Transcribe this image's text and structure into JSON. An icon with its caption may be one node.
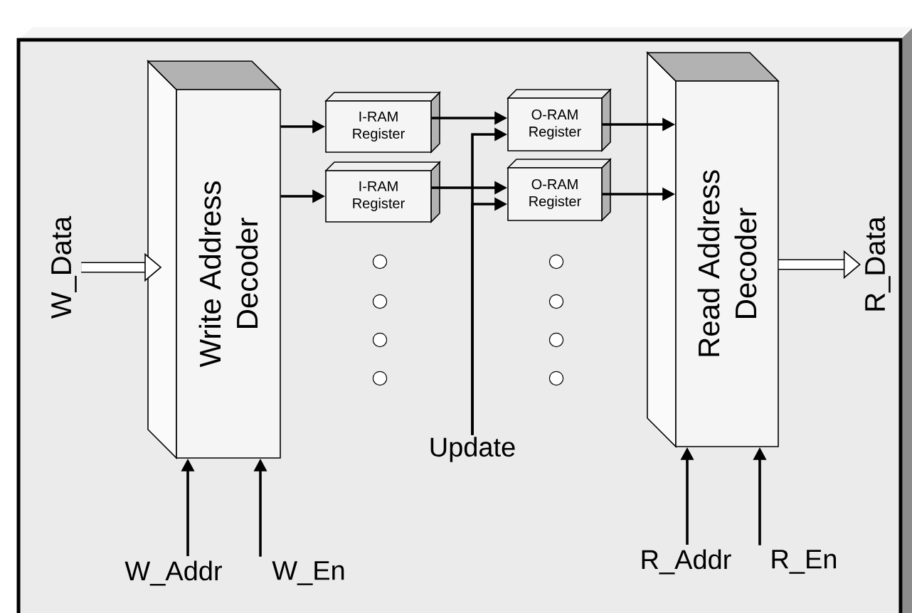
{
  "diagram": {
    "nodes": [
      {
        "text": [
          "W_Data"
        ]
      },
      {
        "text": [
          "Write Address Decoder"
        ]
      },
      {
        "text": [
          "I-RAM Register"
        ]
      },
      {
        "text": [
          "I-RAM Register"
        ]
      },
      {
        "text": [
          "O-RAM Register"
        ]
      },
      {
        "text": [
          "O-RAM Register"
        ]
      },
      {
        "text": [
          "Read Address Decoder"
        ]
      },
      {
        "text": [
          "R_Data"
        ]
      },
      {
        "text": [
          "W_Addr"
        ]
      },
      {
        "text": [
          "W_En"
        ]
      },
      {
        "text": [
          "Update"
        ]
      },
      {
        "text": [
          "R_Addr"
        ]
      },
      {
        "text": [
          "R_En"
        ]
      }
    ],
    "edges": [
      {
        "from": 0,
        "to": 1,
        "arrow": "to",
        "style": "thick"
      },
      {
        "from": 1,
        "to": 2,
        "arrow": "to"
      },
      {
        "from": 1,
        "to": 3,
        "arrow": "to"
      },
      {
        "from": 2,
        "to": 4,
        "arrow": "to"
      },
      {
        "from": 3,
        "to": 5,
        "arrow": "to"
      },
      {
        "from": 10,
        "to": 4,
        "arrow": "to"
      },
      {
        "from": 10,
        "to": 5,
        "arrow": "to"
      },
      {
        "from": 4,
        "to": 6,
        "arrow": "to"
      },
      {
        "from": 5,
        "to": 6,
        "arrow": "to"
      },
      {
        "from": 6,
        "to": 7,
        "arrow": "to",
        "style": "thick"
      },
      {
        "from": 8,
        "to": 1,
        "arrow": "to"
      },
      {
        "from": 9,
        "to": 1,
        "arrow": "to"
      },
      {
        "from": 11,
        "to": 6,
        "arrow": "to"
      },
      {
        "from": 12,
        "to": 6,
        "arrow": "to"
      }
    ]
  }
}
